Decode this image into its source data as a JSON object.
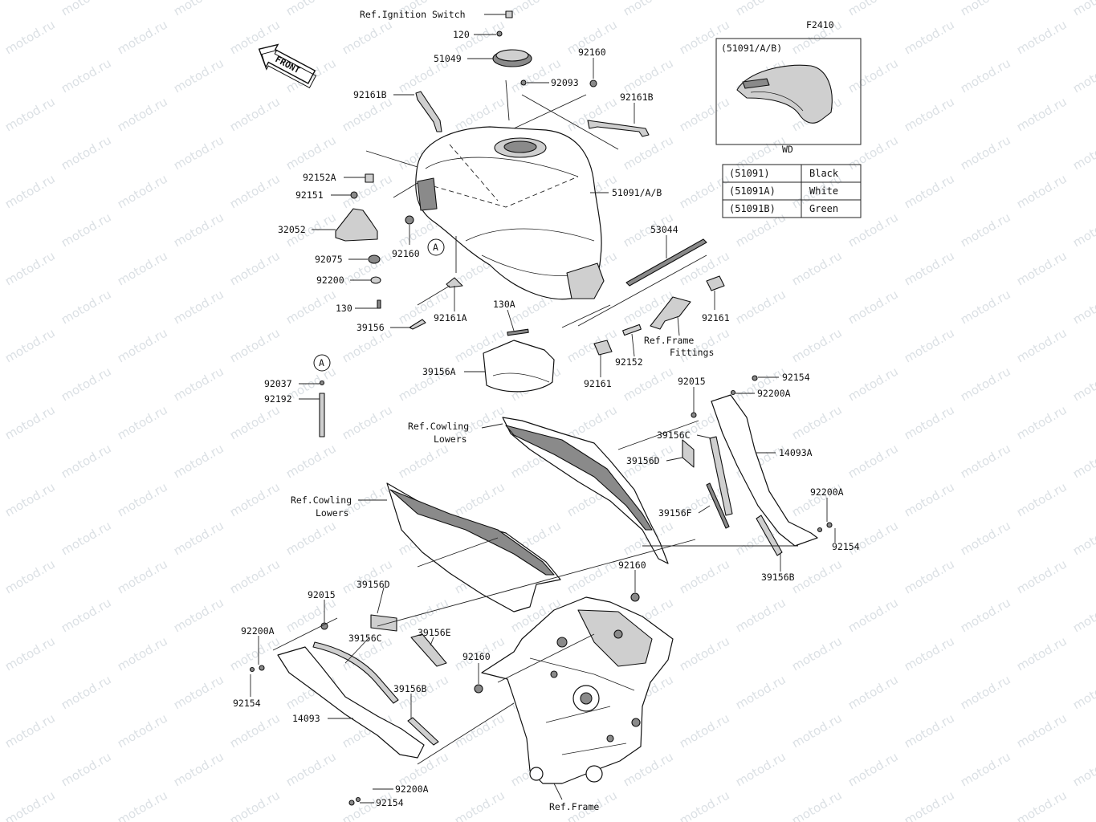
{
  "diagram_code": "F2410",
  "front_label": "FRONT",
  "watermark": "motod.ru",
  "inset": {
    "title": "(51091/A/B)",
    "caption": "WD"
  },
  "color_table": [
    {
      "code": "(51091)",
      "color": "Black"
    },
    {
      "code": "(51091A)",
      "color": "White"
    },
    {
      "code": "(51091B)",
      "color": "Green"
    }
  ],
  "callout_letter": "A",
  "labels": {
    "ref_ignition": "Ref.Ignition Switch",
    "p120": "120",
    "p51049": "51049",
    "p92160_top": "92160",
    "p92093": "92093",
    "p92161b_left": "92161B",
    "p92161b_right": "92161B",
    "p92152a": "92152A",
    "p92151": "92151",
    "p51091": "51091/A/B",
    "p32052": "32052",
    "p92075": "92075",
    "p92160_mid": "92160",
    "p92200": "92200",
    "p130": "130",
    "p39156": "39156",
    "p92161a": "92161A",
    "p53044": "53044",
    "p130a": "130A",
    "p92161_right": "92161",
    "ref_frame_fittings_1": "Ref.Frame",
    "ref_frame_fittings_2": "Fittings",
    "p92152": "92152",
    "p92161_mid": "92161",
    "p39156a": "39156A",
    "p92037": "92037",
    "p92192": "92192",
    "p92015_r": "92015",
    "p92154_r1": "92154",
    "p92200a_r1": "92200A",
    "ref_cowling_1a": "Ref.Cowling",
    "ref_cowling_1b": "Lowers",
    "p39156c_r": "39156C",
    "p39156d_r": "39156D",
    "p14093a": "14093A",
    "ref_cowling_2a": "Ref.Cowling",
    "ref_cowling_2b": "Lowers",
    "p39156f": "39156F",
    "p92200a_r2": "92200A",
    "p92154_r2": "92154",
    "p39156b_r": "39156B",
    "p39156d_l": "39156D",
    "p92160_low": "92160",
    "p92015_l": "92015",
    "p92200a_l1": "92200A",
    "p39156c_l": "39156C",
    "p39156e": "39156E",
    "p92160_bot": "92160",
    "p39156b_l": "39156B",
    "p92154_l1": "92154",
    "p14093": "14093",
    "p92200a_l2": "92200A",
    "p92154_l2": "92154",
    "ref_frame": "Ref.Frame"
  }
}
